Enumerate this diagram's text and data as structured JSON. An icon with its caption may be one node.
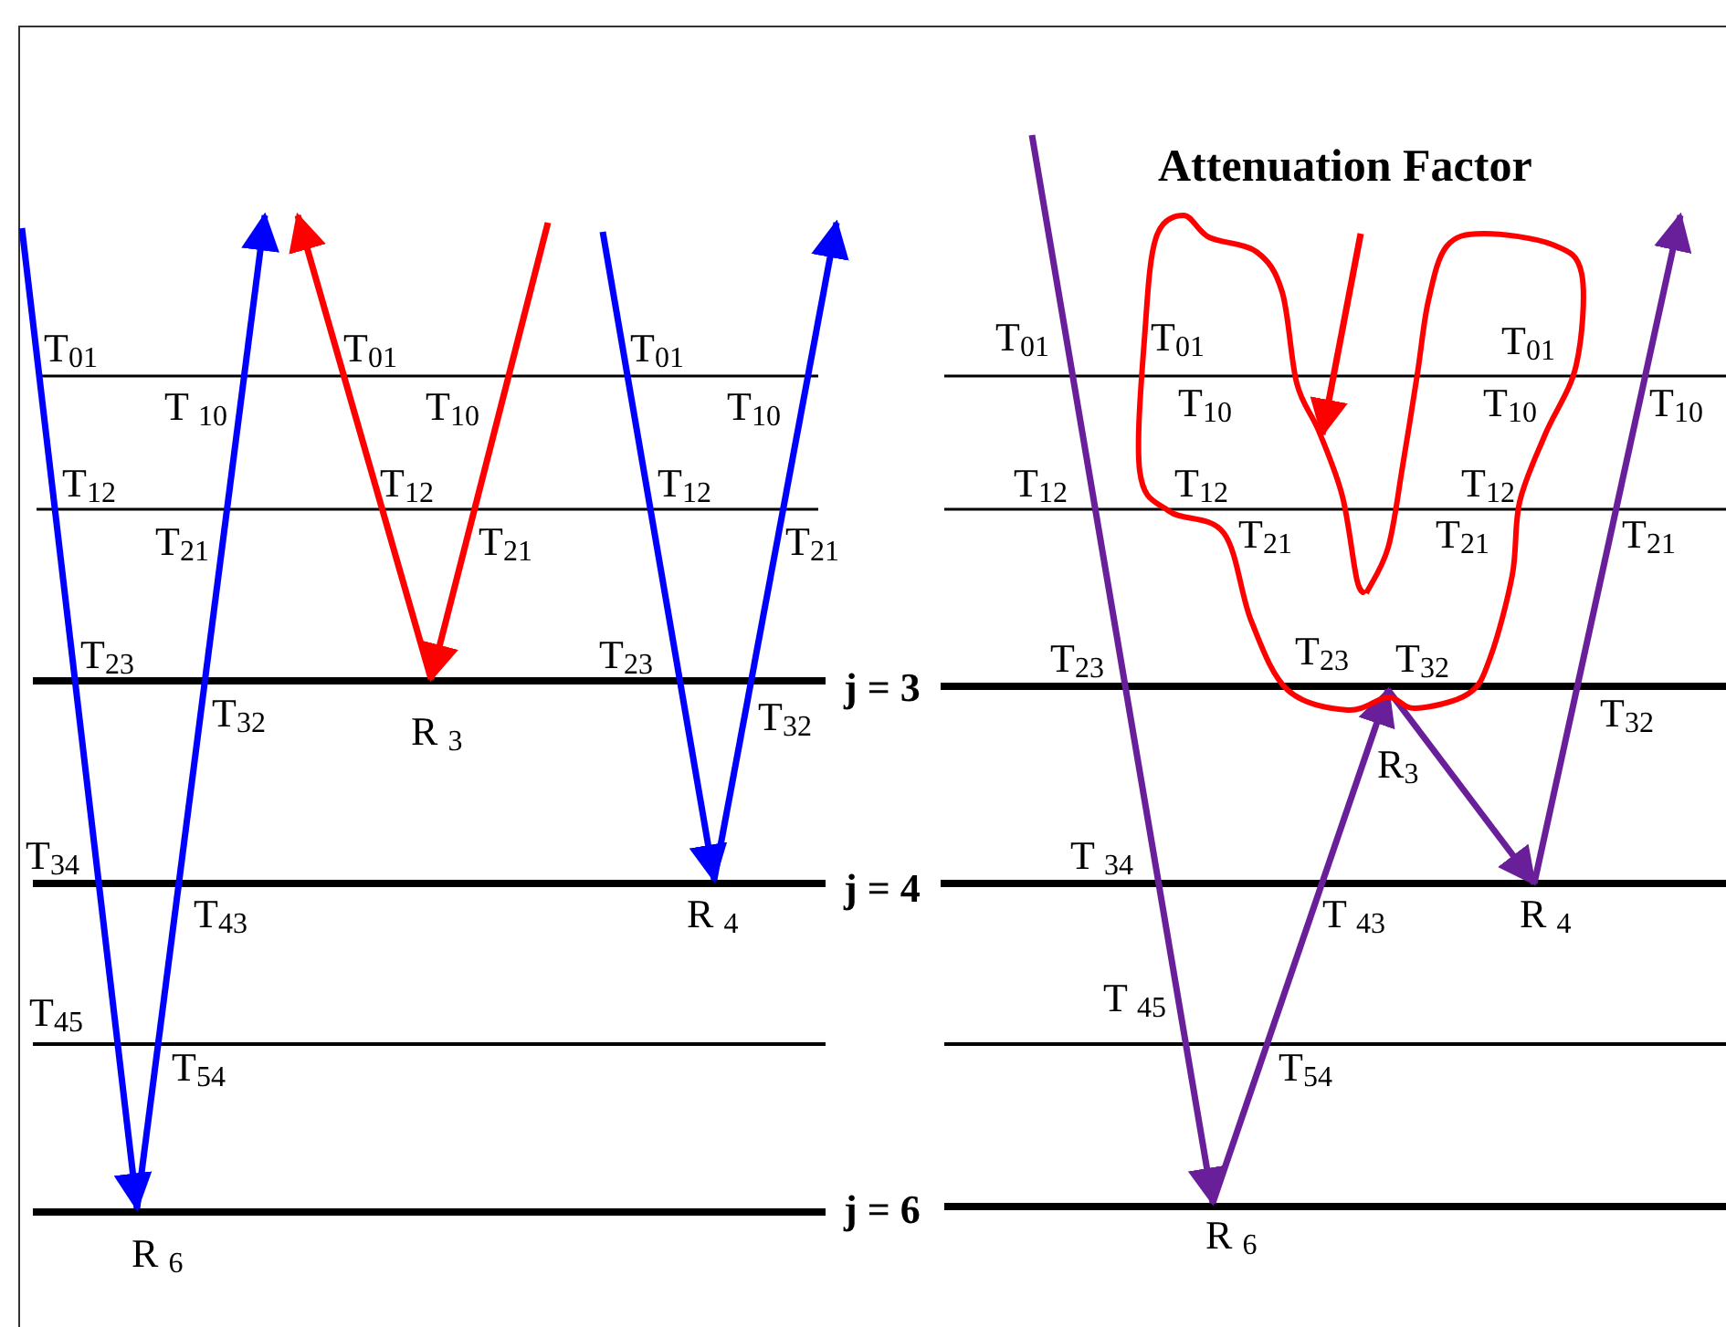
{
  "diagram": {
    "title": "Attenuation Factor",
    "labels": [
      "T$_{01}$",
      "T $_{10}$",
      "T$_{01}$",
      "T$_{10}$",
      "T$_{01}$",
      "T$_{10}$",
      "T$_{12}$",
      "T$_{21}$",
      "T$_{12}$",
      "T$_{21}$",
      "T$_{12}$",
      "T$_{21}$",
      "T$_{23}$",
      "T$_{32}$",
      "R $_{3}$",
      "T$_{23}$",
      "T$_{32}$",
      "j = 3",
      "T$_{34}$",
      "T$_{43}$",
      "R $_{4}$",
      "j = 4",
      "T$_{45}$",
      "T$_{54}$",
      "j = 6",
      "R $_{6}$",
      "T$_{01}$",
      "T$_{01}$",
      "T$_{01}$",
      "T$_{10}$",
      "T$_{10}$",
      "T$_{10}$",
      "T$_{12}$",
      "T$_{12}$",
      "T$_{12}$",
      "T$_{21}$",
      "T$_{21}$",
      "T$_{21}$",
      "T$_{23}$",
      "T$_{23}$",
      "T$_{32}$",
      "T$_{32}$",
      "R$_{3}$",
      "T $_{34}$",
      "T $_{43}$",
      "R $_{4}$",
      "T $_{45}$",
      "T$_{54}$",
      "R $_{6}$"
    ]
  }
}
